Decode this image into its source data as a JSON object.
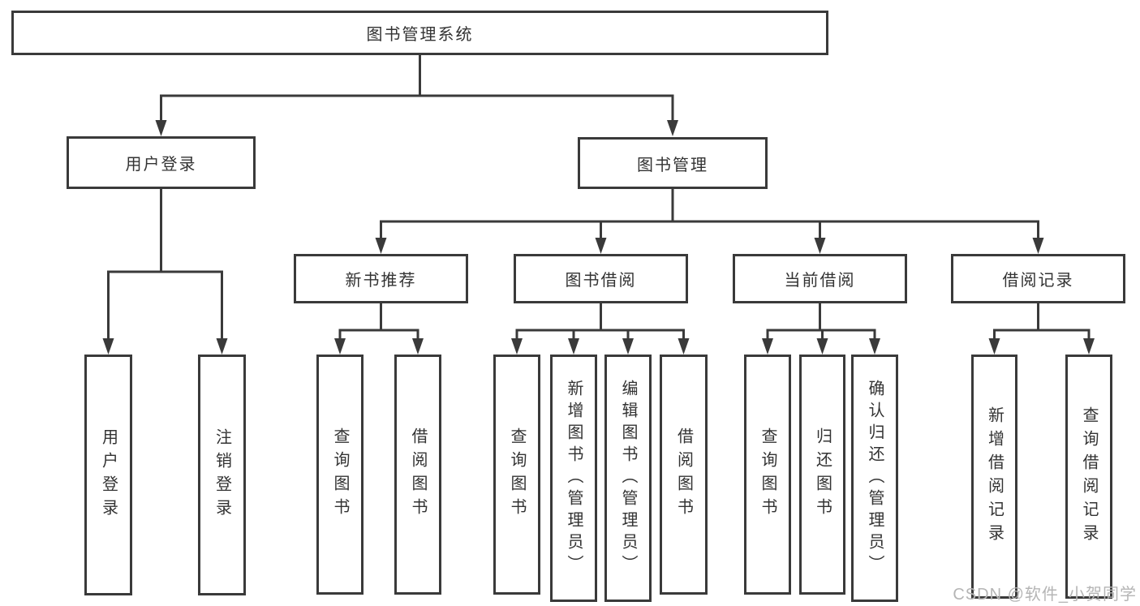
{
  "diagram": {
    "type": "tree",
    "title": "图书管理系统",
    "colors": {
      "line": "#3a3a3a",
      "border": "#3a3a3a",
      "text": "#333333",
      "background": "#ffffff",
      "watermark": "#b5b5b5"
    },
    "nodes": {
      "root": {
        "label": "图书管理系统"
      },
      "user_login": {
        "label": "用户登录"
      },
      "book_mgmt": {
        "label": "图书管理"
      },
      "new_book_rec": {
        "label": "新书推荐"
      },
      "book_borrow": {
        "label": "图书借阅"
      },
      "current_borrow": {
        "label": "当前借阅"
      },
      "borrow_record": {
        "label": "借阅记录"
      },
      "leaf_user_login": {
        "label": "用户登录"
      },
      "leaf_logout": {
        "label": "注销登录"
      },
      "leaf_query_book_1": {
        "label": "查询图书"
      },
      "leaf_borrow_book_1": {
        "label": "借阅图书"
      },
      "leaf_query_book_2": {
        "label": "查询图书"
      },
      "leaf_add_book": {
        "label": "新增图书（管理员）"
      },
      "leaf_edit_book": {
        "label": "编辑图书（管理员）"
      },
      "leaf_borrow_book_2": {
        "label": "借阅图书"
      },
      "leaf_query_book_3": {
        "label": "查询图书"
      },
      "leaf_return_book": {
        "label": "归还图书"
      },
      "leaf_confirm_return": {
        "label": "确认归还（管理员）"
      },
      "leaf_add_borrow_record": {
        "label": "新增借阅记录"
      },
      "leaf_query_borrow_record": {
        "label": "查询借阅记录"
      }
    },
    "edges": [
      [
        "root",
        "user_login"
      ],
      [
        "root",
        "book_mgmt"
      ],
      [
        "user_login",
        "leaf_user_login"
      ],
      [
        "user_login",
        "leaf_logout"
      ],
      [
        "book_mgmt",
        "new_book_rec"
      ],
      [
        "book_mgmt",
        "book_borrow"
      ],
      [
        "book_mgmt",
        "current_borrow"
      ],
      [
        "book_mgmt",
        "borrow_record"
      ],
      [
        "new_book_rec",
        "leaf_query_book_1"
      ],
      [
        "new_book_rec",
        "leaf_borrow_book_1"
      ],
      [
        "book_borrow",
        "leaf_query_book_2"
      ],
      [
        "book_borrow",
        "leaf_add_book"
      ],
      [
        "book_borrow",
        "leaf_edit_book"
      ],
      [
        "book_borrow",
        "leaf_borrow_book_2"
      ],
      [
        "current_borrow",
        "leaf_query_book_3"
      ],
      [
        "current_borrow",
        "leaf_return_book"
      ],
      [
        "current_borrow",
        "leaf_confirm_return"
      ],
      [
        "borrow_record",
        "leaf_add_borrow_record"
      ],
      [
        "borrow_record",
        "leaf_query_borrow_record"
      ]
    ]
  },
  "watermark": {
    "text": "CSDN @软件_小贺同学"
  }
}
